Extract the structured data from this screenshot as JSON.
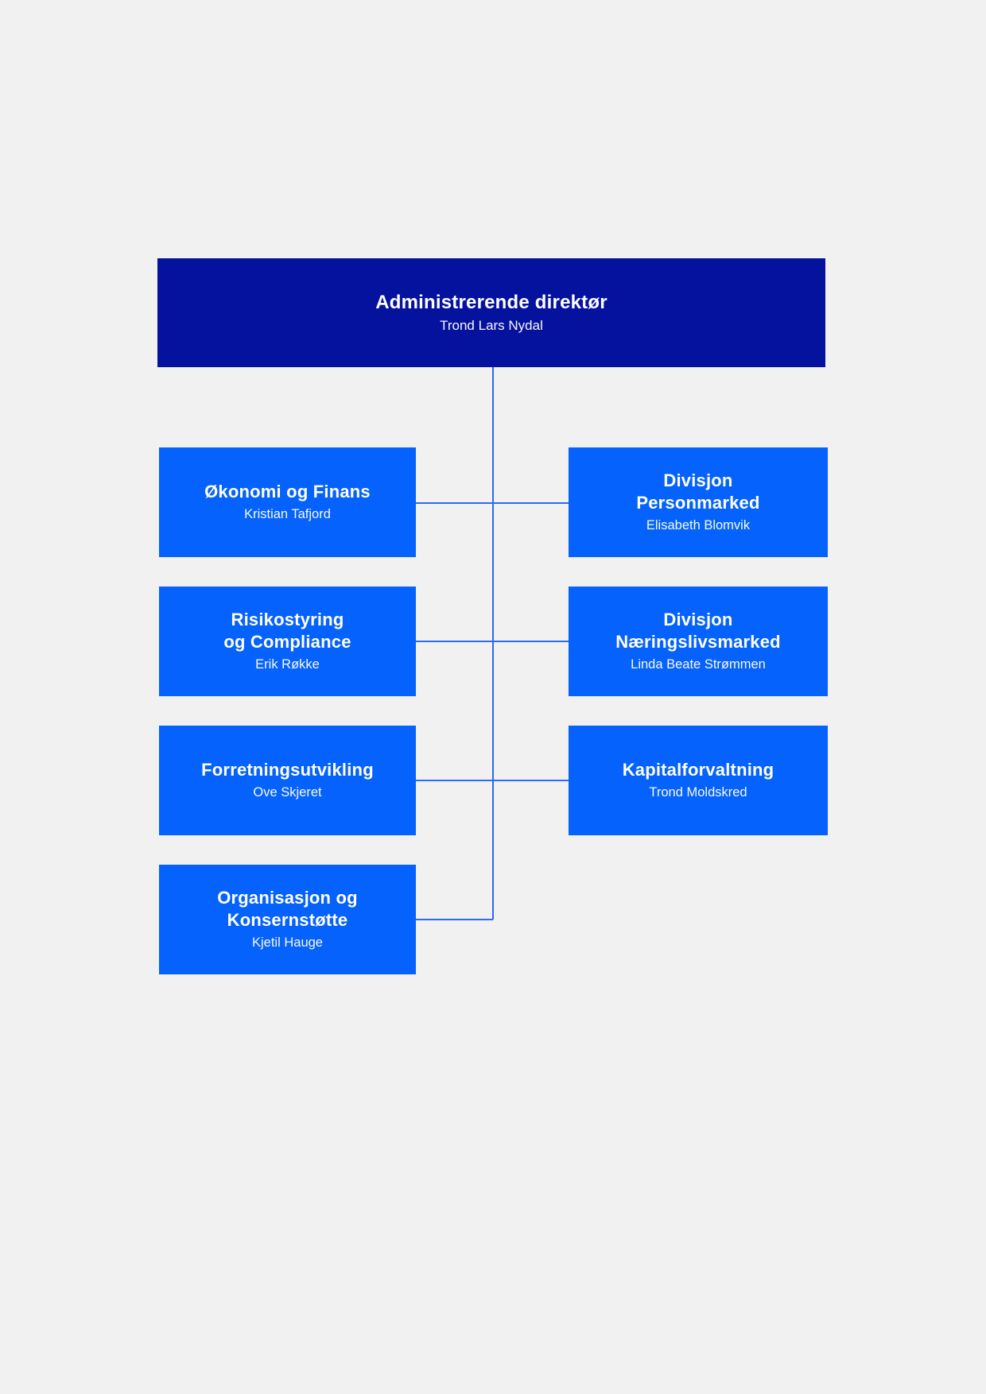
{
  "page": {
    "background_color": "#f1f1f2"
  },
  "org_chart": {
    "colors": {
      "root_box": "#05129e",
      "child_box": "#0562fc",
      "connector_line": "#2e6bf0",
      "text": "#ffffff"
    },
    "root": {
      "title": "Administrerende direktør",
      "name": "Trond Lars Nydal"
    },
    "left_column": [
      {
        "title": "Økonomi og Finans",
        "name": "Kristian Tafjord"
      },
      {
        "title": "Risikostyring\nog Compliance",
        "name": "Erik Røkke"
      },
      {
        "title": "Forretningsutvikling",
        "name": "Ove Skjeret"
      },
      {
        "title": "Organisasjon og\nKonsernstøtte",
        "name": "Kjetil Hauge"
      }
    ],
    "right_column": [
      {
        "title": "Divisjon\nPersonmarked",
        "name": "Elisabeth Blomvik"
      },
      {
        "title": "Divisjon\nNæringslivsmarked",
        "name": "Linda Beate Strømmen"
      },
      {
        "title": "Kapitalforvaltning",
        "name": "Trond Moldskred"
      }
    ]
  }
}
